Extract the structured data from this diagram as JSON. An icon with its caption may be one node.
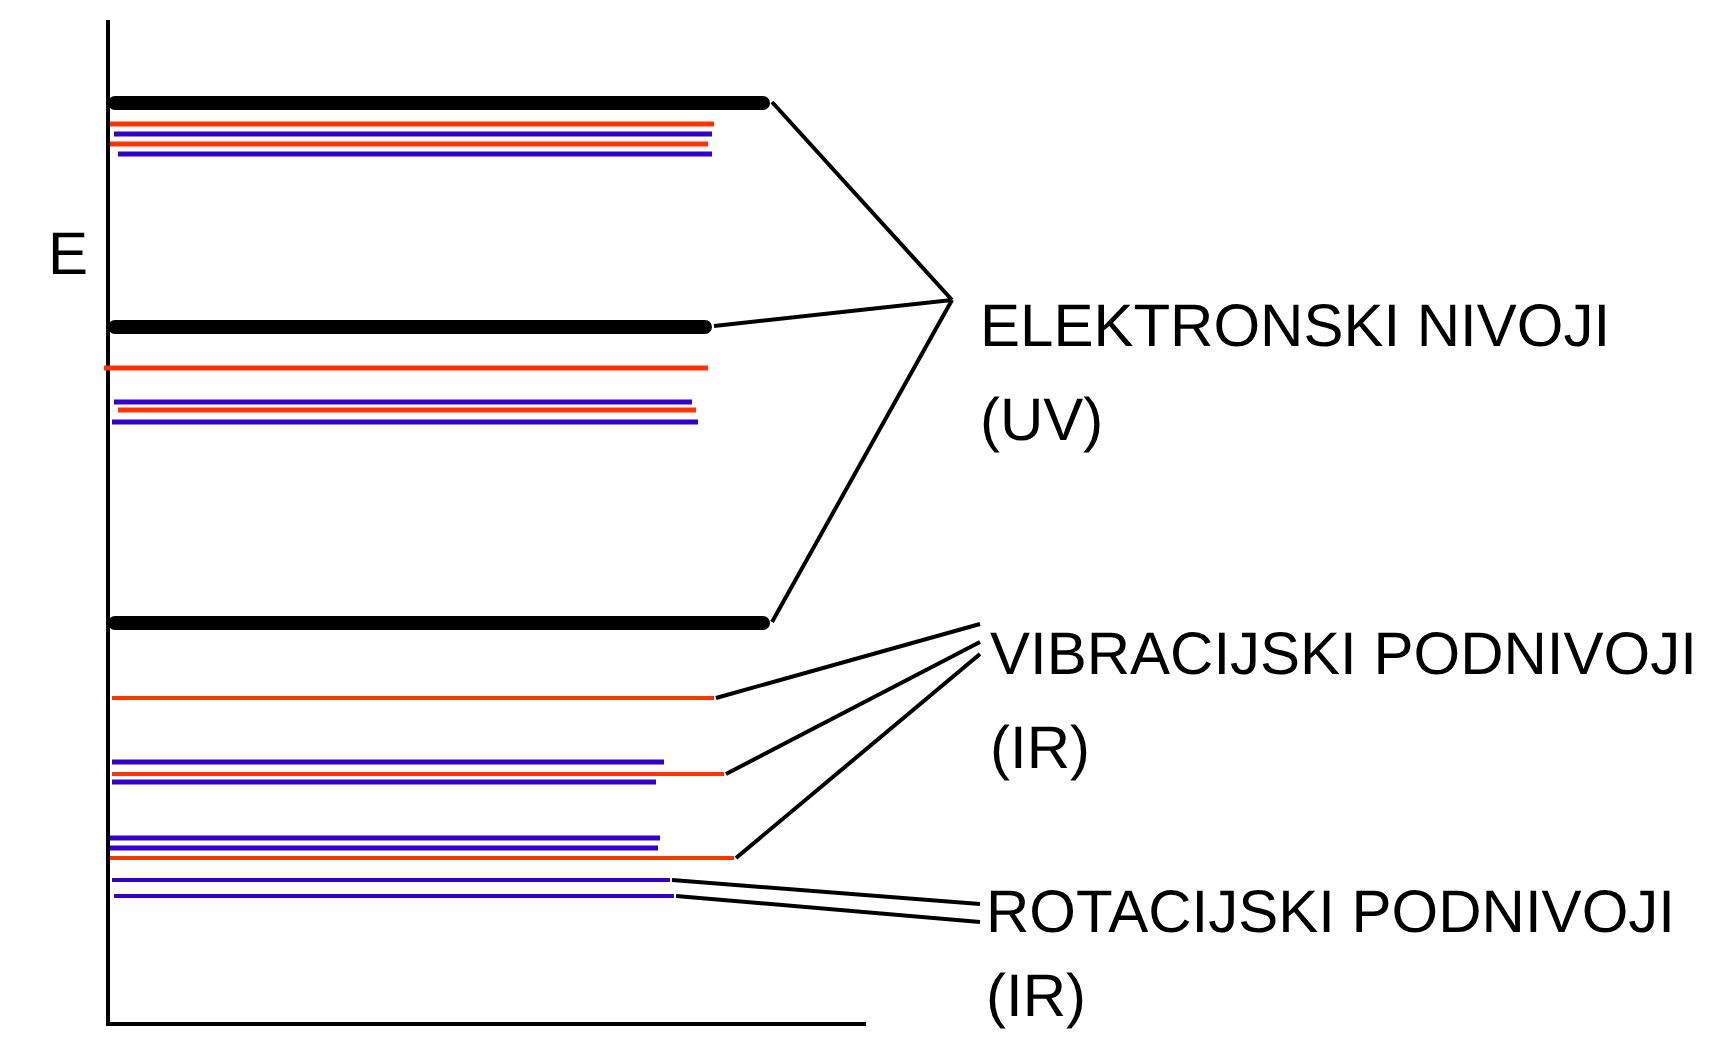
{
  "diagram": {
    "nodes": [
      {
        "text": [
          "ELEKTRONSKI NIVOJI (UV)"
        ]
      },
      {
        "text": [],
        "shape": "bar"
      },
      {
        "text": [],
        "shape": "bar"
      },
      {
        "text": [],
        "shape": "bar"
      },
      {
        "text": [
          "VIBRACIJSKI PODNIVOJI (IR)"
        ]
      },
      {
        "text": [],
        "shape": "bar"
      },
      {
        "text": [],
        "shape": "bar"
      },
      {
        "text": [],
        "shape": "bar"
      },
      {
        "text": [
          "ROTACIJSKI PODNIVOJI (IR)"
        ]
      },
      {
        "text": [],
        "shape": "bar"
      },
      {
        "text": [],
        "shape": "bar"
      }
    ],
    "edges": [
      {
        "from": 0,
        "to": 1,
        "arrow": "none"
      },
      {
        "from": 0,
        "to": 2,
        "arrow": "none"
      },
      {
        "from": 0,
        "to": 3,
        "arrow": "none"
      },
      {
        "from": 4,
        "to": 5,
        "arrow": "none"
      },
      {
        "from": 4,
        "to": 6,
        "arrow": "none"
      },
      {
        "from": 4,
        "to": 7,
        "arrow": "none"
      },
      {
        "from": 8,
        "to": 9,
        "arrow": "none"
      },
      {
        "from": 8,
        "to": 10,
        "arrow": "none"
      }
    ],
    "labels": [
      "E"
    ]
  }
}
